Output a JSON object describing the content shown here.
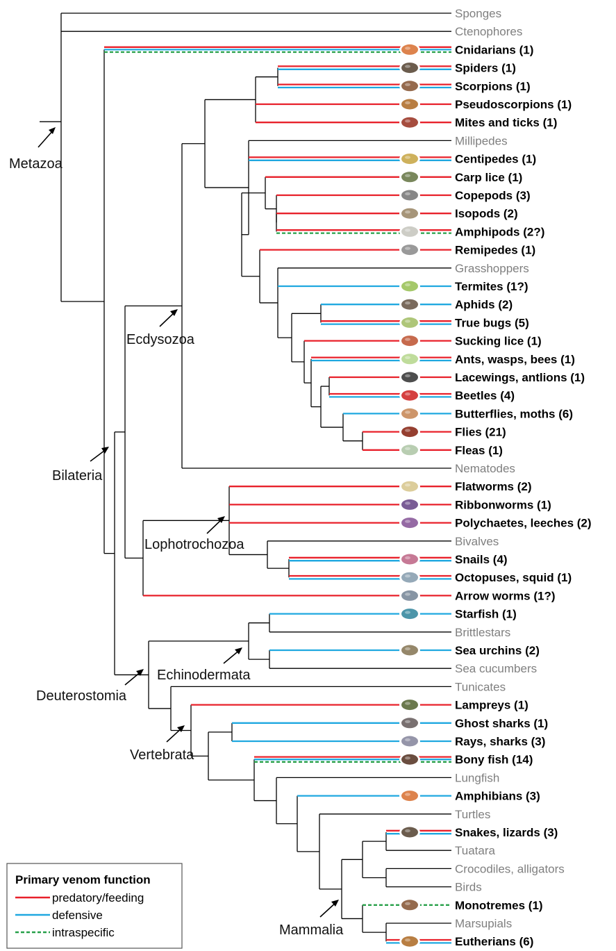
{
  "colors": {
    "predatory": "#e8202a",
    "defensive": "#1fa8e0",
    "intraspecific": "#27a04a",
    "venom_label": "#000000",
    "nonvenom_label": "#7f7f7f",
    "tree_line": "#000000"
  },
  "leaves": [
    {
      "label": "Sponges",
      "venom": false,
      "icon": ""
    },
    {
      "label": "Ctenophores",
      "venom": false,
      "icon": ""
    },
    {
      "label": "Cnidarians (1)",
      "venom": true,
      "functions": [
        "predatory",
        "defensive",
        "intraspecific"
      ],
      "icon": "jellyfish-icon"
    },
    {
      "label": "Spiders (1)",
      "venom": true,
      "functions": [
        "predatory",
        "defensive"
      ],
      "icon": "spider-icon"
    },
    {
      "label": "Scorpions (1)",
      "venom": true,
      "functions": [
        "predatory",
        "defensive"
      ],
      "icon": "scorpion-icon"
    },
    {
      "label": "Pseudoscorpions (1)",
      "venom": true,
      "functions": [
        "predatory"
      ],
      "icon": "pseudoscorpion-icon"
    },
    {
      "label": "Mites and ticks (1)",
      "venom": true,
      "functions": [
        "predatory"
      ],
      "icon": "mite-icon"
    },
    {
      "label": "Millipedes",
      "venom": false,
      "icon": ""
    },
    {
      "label": "Centipedes (1)",
      "venom": true,
      "functions": [
        "predatory",
        "defensive"
      ],
      "icon": "centipede-icon"
    },
    {
      "label": "Carp lice (1)",
      "venom": true,
      "functions": [
        "predatory"
      ],
      "icon": "carp-louse-icon"
    },
    {
      "label": "Copepods (3)",
      "venom": true,
      "functions": [
        "predatory"
      ],
      "icon": "copepod-icon"
    },
    {
      "label": "Isopods (2)",
      "venom": true,
      "functions": [
        "predatory"
      ],
      "icon": "isopod-icon"
    },
    {
      "label": "Amphipods (2?)",
      "venom": true,
      "functions": [
        "predatory",
        "intraspecific"
      ],
      "icon": "amphipod-icon"
    },
    {
      "label": "Remipedes (1)",
      "venom": true,
      "functions": [
        "predatory"
      ],
      "icon": "remipede-icon"
    },
    {
      "label": "Grasshoppers",
      "venom": false,
      "icon": ""
    },
    {
      "label": "Termites (1?)",
      "venom": true,
      "functions": [
        "defensive"
      ],
      "icon": "termite-icon"
    },
    {
      "label": "Aphids (2)",
      "venom": true,
      "functions": [
        "defensive"
      ],
      "icon": "aphid-icon"
    },
    {
      "label": "True bugs (5)",
      "venom": true,
      "functions": [
        "predatory",
        "defensive"
      ],
      "icon": "true-bug-icon"
    },
    {
      "label": "Sucking lice (1)",
      "venom": true,
      "functions": [
        "predatory"
      ],
      "icon": "louse-icon"
    },
    {
      "label": "Ants, wasps, bees (1)",
      "venom": true,
      "functions": [
        "predatory",
        "defensive"
      ],
      "icon": "ant-icon"
    },
    {
      "label": "Lacewings, antlions (1)",
      "venom": true,
      "functions": [
        "predatory"
      ],
      "icon": "lacewing-icon"
    },
    {
      "label": "Beetles (4)",
      "venom": true,
      "functions": [
        "predatory",
        "defensive"
      ],
      "icon": "beetle-icon"
    },
    {
      "label": "Butterflies, moths (6)",
      "venom": true,
      "functions": [
        "defensive"
      ],
      "icon": "caterpillar-icon"
    },
    {
      "label": "Flies (21)",
      "venom": true,
      "functions": [
        "predatory"
      ],
      "icon": "fly-icon"
    },
    {
      "label": "Fleas (1)",
      "venom": true,
      "functions": [
        "predatory"
      ],
      "icon": "flea-icon"
    },
    {
      "label": "Nematodes",
      "venom": false,
      "icon": ""
    },
    {
      "label": "Flatworms (2)",
      "venom": true,
      "functions": [
        "predatory"
      ],
      "icon": "flatworm-icon"
    },
    {
      "label": "Ribbonworms (1)",
      "venom": true,
      "functions": [
        "predatory"
      ],
      "icon": "ribbonworm-icon"
    },
    {
      "label": "Polychaetes, leeches (2)",
      "venom": true,
      "functions": [
        "predatory"
      ],
      "icon": "polychaete-icon"
    },
    {
      "label": "Bivalves",
      "venom": false,
      "icon": ""
    },
    {
      "label": "Snails (4)",
      "venom": true,
      "functions": [
        "predatory",
        "defensive"
      ],
      "icon": "snail-icon"
    },
    {
      "label": "Octopuses, squid (1)",
      "venom": true,
      "functions": [
        "predatory",
        "defensive"
      ],
      "icon": "octopus-icon"
    },
    {
      "label": "Arrow worms (1?)",
      "venom": true,
      "functions": [
        "predatory"
      ],
      "icon": "arrow-worm-icon"
    },
    {
      "label": "Starfish (1)",
      "venom": true,
      "functions": [
        "defensive"
      ],
      "icon": "starfish-icon"
    },
    {
      "label": "Brittlestars",
      "venom": false,
      "icon": ""
    },
    {
      "label": "Sea urchins (2)",
      "venom": true,
      "functions": [
        "defensive"
      ],
      "icon": "sea-urchin-icon"
    },
    {
      "label": "Sea cucumbers",
      "venom": false,
      "icon": ""
    },
    {
      "label": "Tunicates",
      "venom": false,
      "icon": ""
    },
    {
      "label": "Lampreys (1)",
      "venom": true,
      "functions": [
        "predatory"
      ],
      "icon": "lamprey-icon"
    },
    {
      "label": "Ghost sharks (1)",
      "venom": true,
      "functions": [
        "defensive"
      ],
      "icon": "ghost-shark-icon"
    },
    {
      "label": "Rays, sharks (3)",
      "venom": true,
      "functions": [
        "defensive"
      ],
      "icon": "stingray-icon"
    },
    {
      "label": "Bony fish (14)",
      "venom": true,
      "functions": [
        "predatory",
        "defensive",
        "intraspecific"
      ],
      "icon": "bony-fish-icon"
    },
    {
      "label": "Lungfish",
      "venom": false,
      "icon": ""
    },
    {
      "label": "Amphibians (3)",
      "venom": true,
      "functions": [
        "defensive"
      ],
      "icon": "salamander-icon"
    },
    {
      "label": "Turtles",
      "venom": false,
      "icon": ""
    },
    {
      "label": "Snakes, lizards (3)",
      "venom": true,
      "functions": [
        "predatory",
        "defensive"
      ],
      "icon": "snake-icon"
    },
    {
      "label": "Tuatara",
      "venom": false,
      "icon": ""
    },
    {
      "label": "Crocodiles, alligators",
      "venom": false,
      "icon": ""
    },
    {
      "label": "Birds",
      "venom": false,
      "icon": ""
    },
    {
      "label": "Monotremes (1)",
      "venom": true,
      "functions": [
        "intraspecific"
      ],
      "icon": "platypus-icon"
    },
    {
      "label": "Marsupials",
      "venom": false,
      "icon": ""
    },
    {
      "label": "Eutherians (6)",
      "venom": true,
      "functions": [
        "predatory",
        "defensive"
      ],
      "icon": "shrew-icon"
    }
  ],
  "clades": [
    {
      "key": "metazoa",
      "label": "Metazoa"
    },
    {
      "key": "bilateria",
      "label": "Bilateria"
    },
    {
      "key": "ecdysozoa",
      "label": "Ecdysozoa"
    },
    {
      "key": "lophotrochozoa",
      "label": "Lophotrochozoa"
    },
    {
      "key": "deuterostomia",
      "label": "Deuterostomia"
    },
    {
      "key": "echinodermata",
      "label": "Echinodermata"
    },
    {
      "key": "vertebrata",
      "label": "Vertebrata"
    },
    {
      "key": "mammalia",
      "label": "Mammalia"
    }
  ],
  "legend": {
    "title": "Primary venom function",
    "items": [
      {
        "key": "predatory",
        "label": "predatory/feeding",
        "style": "solid"
      },
      {
        "key": "defensive",
        "label": "defensive",
        "style": "solid"
      },
      {
        "key": "intraspecific",
        "label": "intraspecific",
        "style": "dashed"
      }
    ]
  }
}
